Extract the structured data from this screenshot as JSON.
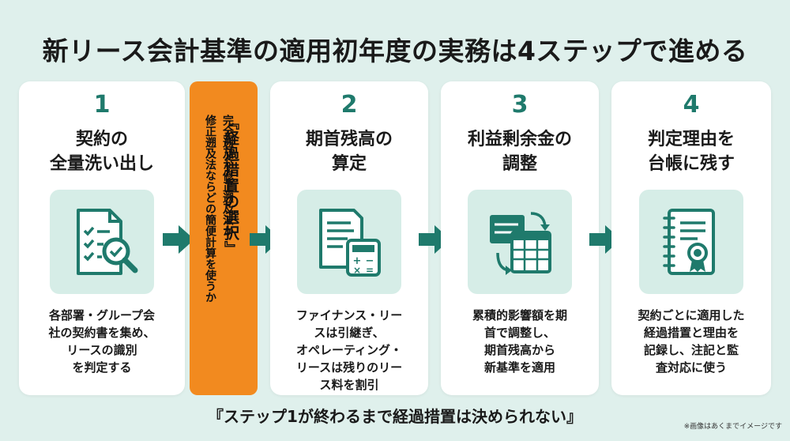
{
  "title": "新リース会計基準の適用初年度の実務は4ステップで進める",
  "colors": {
    "background": "#dff0ec",
    "accent": "#1f7a6c",
    "highlight": "#f28a1f",
    "icon_bg": "#d6ede7"
  },
  "steps": [
    {
      "num": "1",
      "head1": "契約の",
      "head2": "全量洗い出し",
      "icon": "checklist-magnifier-icon",
      "desc": [
        "各部署・グループ会",
        "社の契約書を集め、",
        "リースの識別",
        "を判定する"
      ]
    },
    {
      "num": "2",
      "head1": "期首残高の",
      "head2": "算定",
      "icon": "document-calculator-icon",
      "desc": [
        "ファイナンス・リー",
        "スは引継ぎ、",
        "オペレーティング・",
        "リースは残りのリー",
        "ス料を割引"
      ]
    },
    {
      "num": "3",
      "head1": "利益剰余金の",
      "head2": "調整",
      "icon": "spreadsheet-exchange-icon",
      "desc": [
        "累積的影響額を期",
        "首で調整し、",
        "期首残高から",
        "新基準を適用"
      ]
    },
    {
      "num": "4",
      "head1": "判定理由を",
      "head2": "台帳に残す",
      "icon": "ledger-seal-icon",
      "desc": [
        "契約ごとに適用した",
        "経過措置と理由を",
        "記録し、注記と監",
        "査対応に使う"
      ]
    }
  ],
  "transition": {
    "main": "『経過措置の選択』",
    "sub1": "完全遡及か修正遡及法か",
    "sub2": "修正遡及法ならどの簡便計算を使うか"
  },
  "footer": "『ステップ1が終わるまで経過措置は決められない』",
  "note": "※画像はあくまでイメージです"
}
